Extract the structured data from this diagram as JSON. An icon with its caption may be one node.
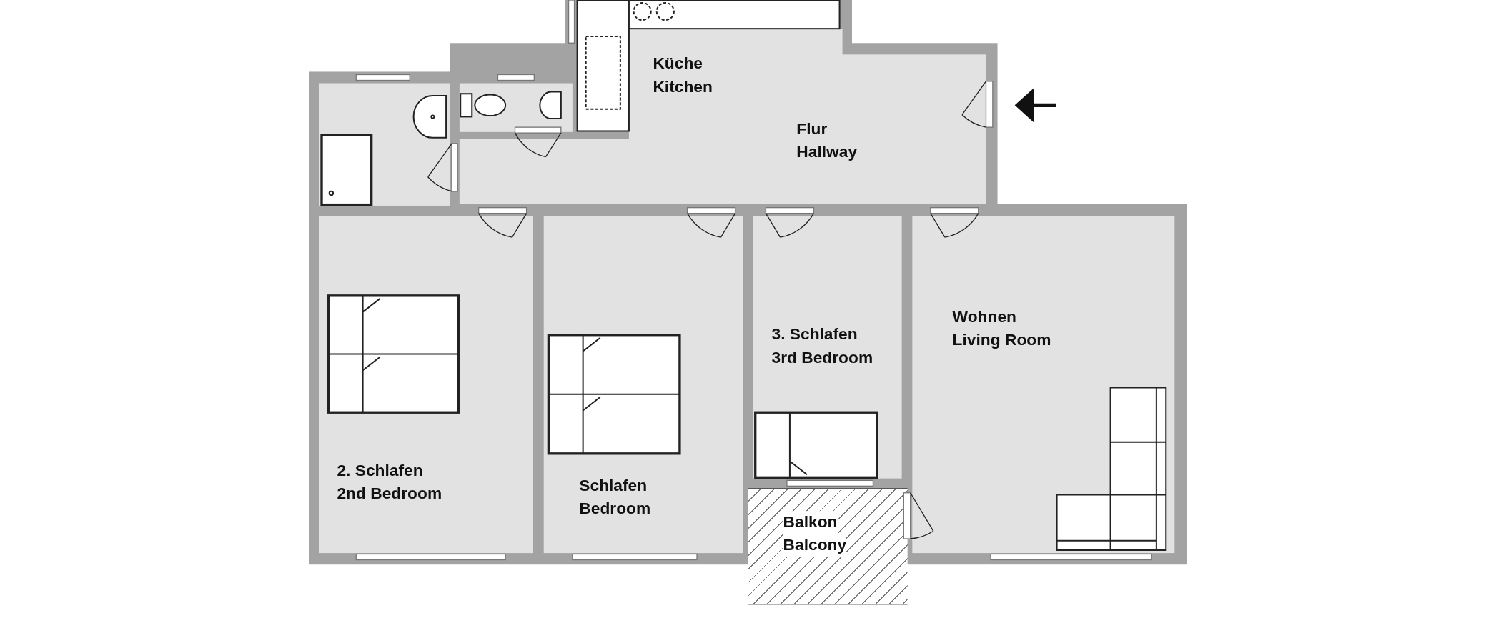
{
  "diagram": {
    "nodes": [
      {
        "text": [],
        "shape": "box"
      },
      {
        "text": [],
        "shape": "box"
      },
      {
        "text": [
          "Küche",
          "Kitchen"
        ]
      },
      {
        "text": [
          "Flur",
          "Hallway"
        ]
      },
      {
        "text": [
          "2. Schlafen",
          "2nd Bedroom"
        ]
      },
      {
        "text": [
          "Schlafen",
          "Bedroom"
        ]
      },
      {
        "text": [
          "3. Schlafen",
          "3rd Bedroom"
        ]
      },
      {
        "text": [
          "Wohnen",
          "Living Room"
        ]
      },
      {
        "text": [
          "Balkon",
          "Balcony"
        ]
      }
    ]
  }
}
